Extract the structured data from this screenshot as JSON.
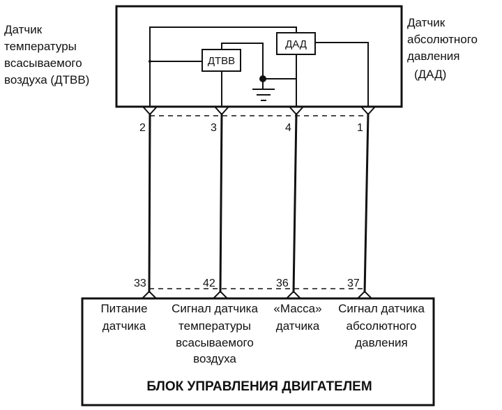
{
  "sensor_labels": {
    "iat": [
      "Датчик",
      "температуры",
      "всасываемого",
      "воздуха (ДТВВ)"
    ],
    "map": [
      "Датчик",
      "абсолютного",
      "давления",
      "(ДАД)"
    ]
  },
  "components": {
    "iat_box": "ДТВВ",
    "map_box": "ДАД"
  },
  "sensor_pins": [
    "2",
    "3",
    "4",
    "1"
  ],
  "ecu_pins": [
    "33",
    "42",
    "36",
    "37"
  ],
  "ecu_labels": {
    "supply": [
      "Питание",
      "датчика"
    ],
    "iat_signal": [
      "Сигнал датчика",
      "температуры",
      "всасываемого",
      "воздуха"
    ],
    "ground": [
      "«Масса»",
      "датчика"
    ],
    "map_signal": [
      "Сигнал датчика",
      "абсолютного",
      "давления"
    ]
  },
  "ecu_title": "БЛОК УПРАВЛЕНИЯ ДВИГАТЕЛЕМ"
}
